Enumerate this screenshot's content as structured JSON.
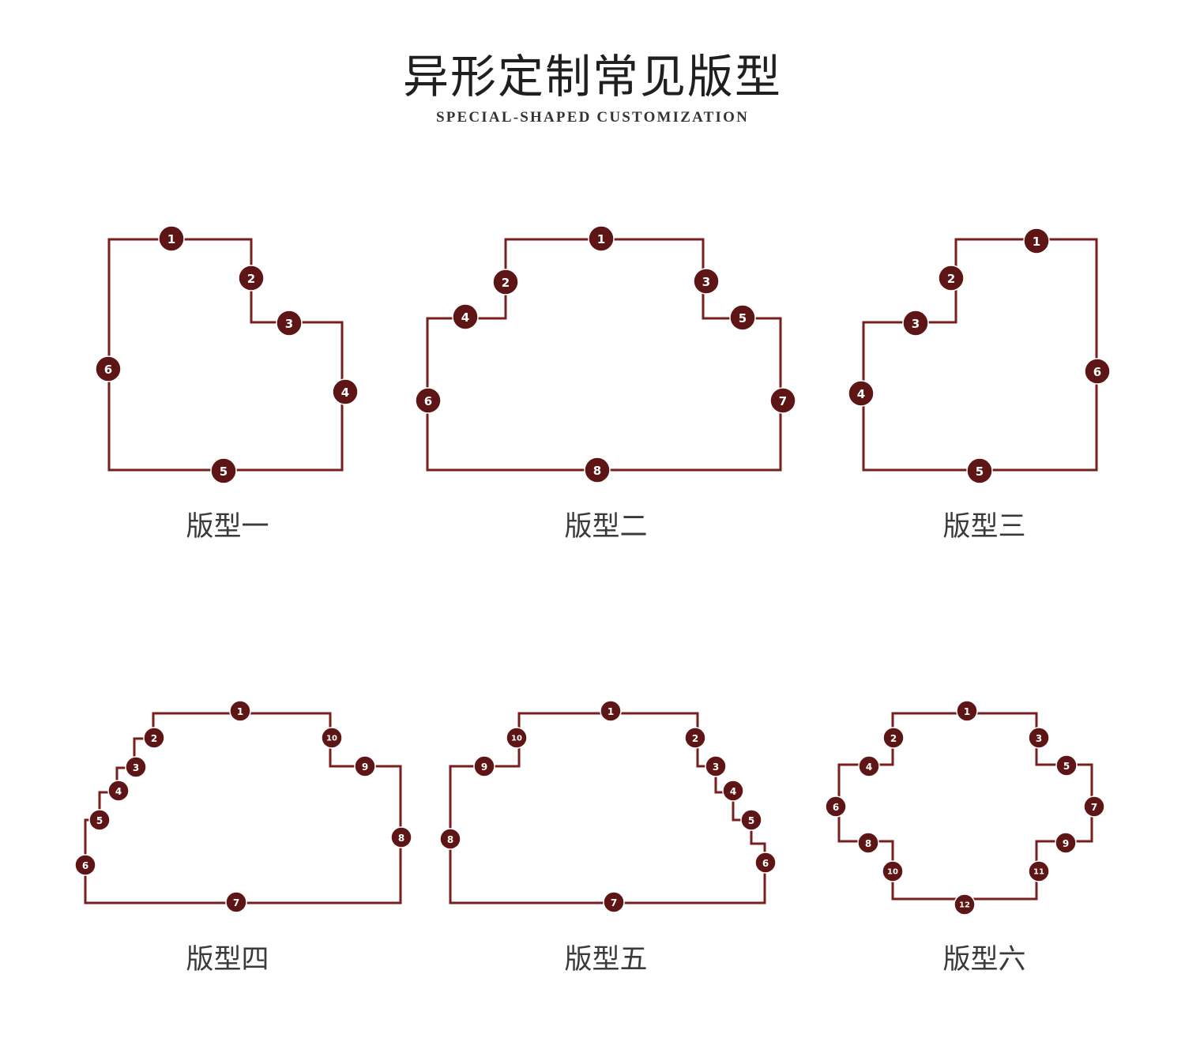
{
  "header": {
    "title": "异形定制常见版型",
    "subtitle": "SPECIAL-SHAPED CUSTOMIZATION"
  },
  "colors": {
    "outline": "#7a1d1d",
    "marker": "#5e1515",
    "marker_text": "#ffffff",
    "caption": "#3a3a3a"
  },
  "shapes": [
    {
      "caption": "版型一",
      "markers": [
        "1",
        "2",
        "3",
        "4",
        "5",
        "6"
      ]
    },
    {
      "caption": "版型二",
      "markers": [
        "1",
        "2",
        "3",
        "4",
        "5",
        "6",
        "7",
        "8"
      ]
    },
    {
      "caption": "版型三",
      "markers": [
        "1",
        "2",
        "3",
        "4",
        "5",
        "6"
      ]
    },
    {
      "caption": "版型四",
      "markers": [
        "1",
        "2",
        "3",
        "4",
        "5",
        "6",
        "7",
        "8",
        "9",
        "10"
      ]
    },
    {
      "caption": "版型五",
      "markers": [
        "1",
        "2",
        "3",
        "4",
        "5",
        "6",
        "7",
        "8",
        "9",
        "10"
      ]
    },
    {
      "caption": "版型六",
      "markers": [
        "1",
        "2",
        "3",
        "4",
        "5",
        "6",
        "7",
        "8",
        "9",
        "10",
        "11",
        "12"
      ]
    }
  ]
}
